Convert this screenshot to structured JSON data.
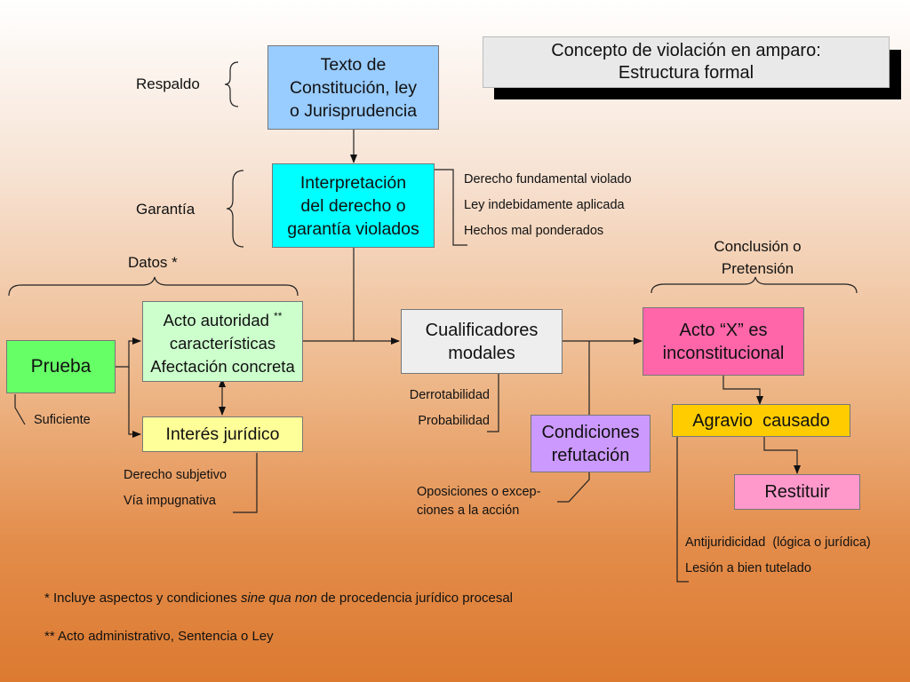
{
  "title": {
    "line1": "Concepto de violación en amparo:",
    "line2": "Estructura formal"
  },
  "labels": {
    "respaldo": "Respaldo",
    "garantia": "Garantía",
    "datos": "Datos *",
    "conclusion_line1": "Conclusión o",
    "conclusion_line2": "Pretensión"
  },
  "boxes": {
    "texto": {
      "lines": [
        "Texto de",
        "Constitución, ley",
        "o Jurisprudencia"
      ],
      "color": "#99ccff"
    },
    "interpretacion": {
      "lines": [
        "Interpretación",
        "del derecho o",
        "garantía violados"
      ],
      "color": "#00ffff"
    },
    "acto_autoridad": {
      "lines": [
        "Acto autoridad",
        "características",
        "Afectación concreta"
      ],
      "marker": "**",
      "color": "#ccffcc"
    },
    "prueba": {
      "lines": [
        "Prueba"
      ],
      "color": "#66ff66"
    },
    "interes": {
      "lines": [
        "Interés jurídico"
      ],
      "color": "#ffff99"
    },
    "cualificadores": {
      "lines": [
        "Cualificadores",
        "modales"
      ],
      "color": "#eeeeee"
    },
    "acto_x": {
      "lines": [
        "Acto “X” es",
        "inconstitucional"
      ],
      "color": "#ff66aa"
    },
    "agravio": {
      "lines": [
        "Agravio  causado"
      ],
      "color": "#ffcc00"
    },
    "restituir": {
      "lines": [
        "Restituir"
      ],
      "color": "#ff99cc"
    },
    "condiciones": {
      "lines": [
        "Condiciones",
        "refutación"
      ],
      "color": "#cc99ff"
    }
  },
  "lists": {
    "interpretacion_items": [
      "Derecho fundamental violado",
      "Ley indebidamente aplicada",
      "Hechos mal ponderados"
    ],
    "prueba_items": [
      "Suficiente"
    ],
    "interes_items": [
      "Derecho subjetivo",
      "Vía impugnativa"
    ],
    "cualificadores_items": [
      "Derrotabilidad",
      "Probabilidad"
    ],
    "condiciones_items": [
      "Oposiciones o excep-",
      "ciones a la acción"
    ],
    "agravio_items": [
      "Antijuridicidad  (lógica o jurídica)",
      "Lesión a bien tutelado"
    ]
  },
  "footnotes": {
    "note1_pre": "* Incluye aspectos y condiciones ",
    "note1_em": "sine qua non",
    "note1_post": " de procedencia jurídico procesal",
    "note2": "** Acto administrativo, Sentencia o Ley"
  }
}
